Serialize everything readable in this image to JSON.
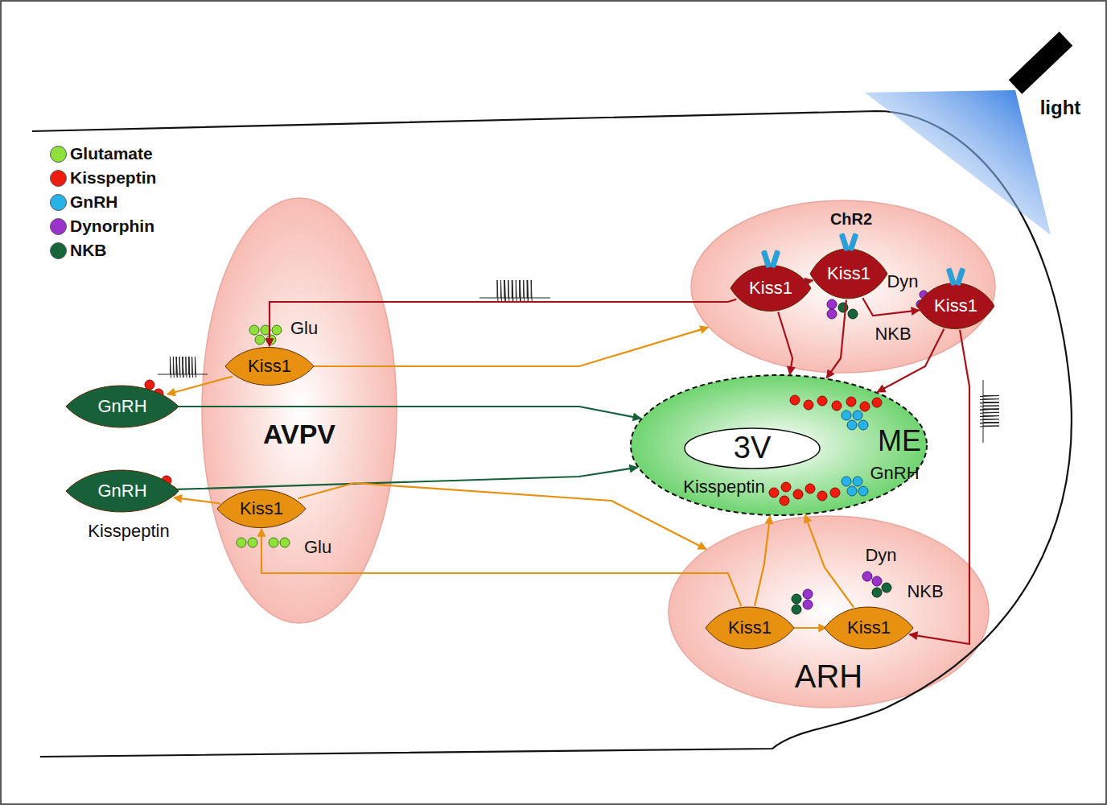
{
  "diagram": {
    "nodes": [
      {
        "text": [
          "AVPV"
        ]
      },
      {
        "text": [
          "Kiss1"
        ],
        "in": 0
      },
      {
        "text": [
          "Kiss1"
        ],
        "in": 0
      },
      {
        "text": [
          "GnRH"
        ]
      },
      {
        "text": [
          "GnRH"
        ]
      },
      {
        "text": [
          "ChR2"
        ]
      },
      {
        "text": [
          "Kiss1"
        ],
        "in": 5
      },
      {
        "text": [
          "Kiss1"
        ],
        "in": 5
      },
      {
        "text": [
          "Kiss1"
        ],
        "in": 5
      },
      {
        "text": [
          "ME"
        ]
      },
      {
        "text": [
          "3V"
        ],
        "in": 9
      },
      {
        "text": [
          "ARH"
        ]
      },
      {
        "text": [
          "Kiss1"
        ],
        "in": 11
      },
      {
        "text": [
          "Kiss1"
        ],
        "in": 11
      }
    ],
    "edges": [
      {
        "from": 6,
        "to": 1,
        "arrow": "to"
      },
      {
        "from": 1,
        "to": 5,
        "arrow": "to"
      },
      {
        "from": 1,
        "to": 3,
        "arrow": "to"
      },
      {
        "from": 3,
        "to": 9,
        "arrow": "to"
      },
      {
        "from": 2,
        "to": 4,
        "arrow": "to"
      },
      {
        "from": 4,
        "to": 9,
        "arrow": "to"
      },
      {
        "from": 2,
        "to": 11,
        "arrow": "to"
      },
      {
        "from": 12,
        "to": 2,
        "arrow": "to"
      },
      {
        "from": 6,
        "to": 7,
        "arrow": "to"
      },
      {
        "from": 7,
        "to": 8,
        "arrow": "to"
      },
      {
        "from": 6,
        "to": 9,
        "arrow": "to"
      },
      {
        "from": 7,
        "to": 9,
        "arrow": "to"
      },
      {
        "from": 8,
        "to": 9,
        "arrow": "to"
      },
      {
        "from": 8,
        "to": 13,
        "arrow": "to"
      },
      {
        "from": 12,
        "to": 13,
        "arrow": "to"
      },
      {
        "from": 12,
        "to": 9,
        "arrow": "to"
      },
      {
        "from": 13,
        "to": 9,
        "arrow": "to"
      }
    ],
    "labels": [
      "Glu",
      "Glu",
      "Dyn",
      "NKB",
      "Kisspeptin",
      "GnRH",
      "Kisspeptin",
      "Dyn",
      "NKB",
      "light"
    ],
    "legend": [
      {
        "text": "Glutamate",
        "color": "#8fe03a"
      },
      {
        "text": "Kisspeptin",
        "color": "#ee1c0e"
      },
      {
        "text": "GnRH",
        "color": "#29b2e8"
      },
      {
        "text": "Dynorphin",
        "color": "#9a33cc"
      },
      {
        "text": "NKB",
        "color": "#17653a"
      }
    ]
  }
}
